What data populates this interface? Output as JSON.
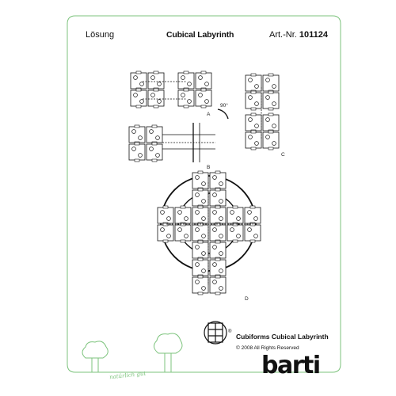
{
  "header": {
    "left": "Lösung",
    "center": "Cubical Labyrinth",
    "right_prefix": "Art.-Nr.",
    "right_number": "101124"
  },
  "labels": {
    "a": "A",
    "b": "B",
    "c": "C",
    "d": "D",
    "angle": "90°"
  },
  "footer": {
    "registered": "®",
    "product": "Cubiforms Cubical Labyrinth",
    "copyright": "© 2008 All Rights Reserved",
    "brand": "barti",
    "tagline": "natürlich gut"
  },
  "colors": {
    "frame": "#7cc37c",
    "ink": "#111111"
  }
}
